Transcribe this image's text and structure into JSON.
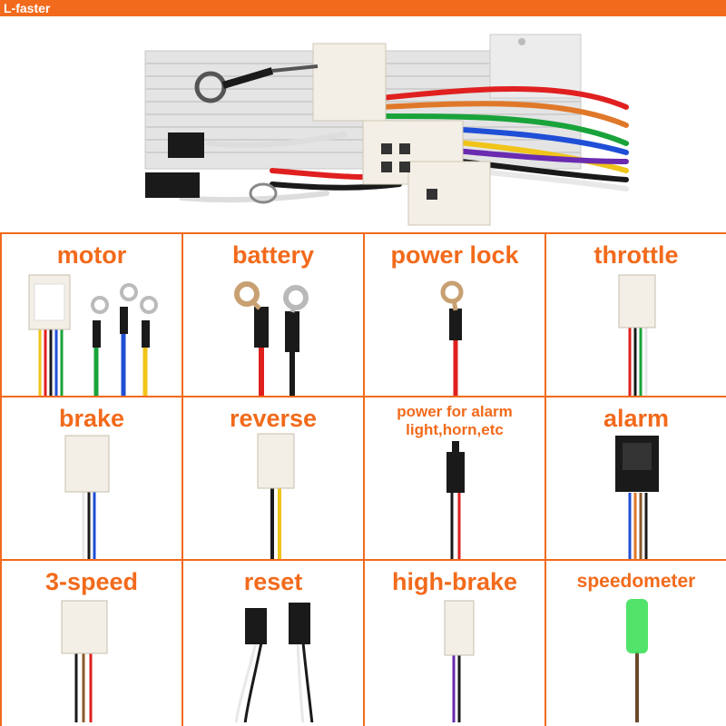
{
  "brand": "L-faster",
  "colors": {
    "accent": "#f26a1b",
    "label": "#f26a1b",
    "connector": "#f3efe6",
    "wire_red": "#e02020",
    "wire_black": "#1a1a1a",
    "wire_blue": "#1f4fd6",
    "wire_green": "#19a33a",
    "wire_yellow": "#f0c419",
    "wire_white": "#e8e8e8",
    "wire_purple": "#6a2bb0",
    "wire_orange": "#e0782a",
    "speedometer_green": "#3fe05a"
  },
  "parts": [
    {
      "label": "motor"
    },
    {
      "label": "battery"
    },
    {
      "label": "power lock"
    },
    {
      "label": "throttle"
    },
    {
      "label": "brake"
    },
    {
      "label": "reverse"
    },
    {
      "label_line1": "power for alarm",
      "label_line2": "light,horn,etc"
    },
    {
      "label": "alarm"
    },
    {
      "label": "3-speed"
    },
    {
      "label": "reset"
    },
    {
      "label": "high-brake"
    },
    {
      "label": "speedometer"
    }
  ]
}
